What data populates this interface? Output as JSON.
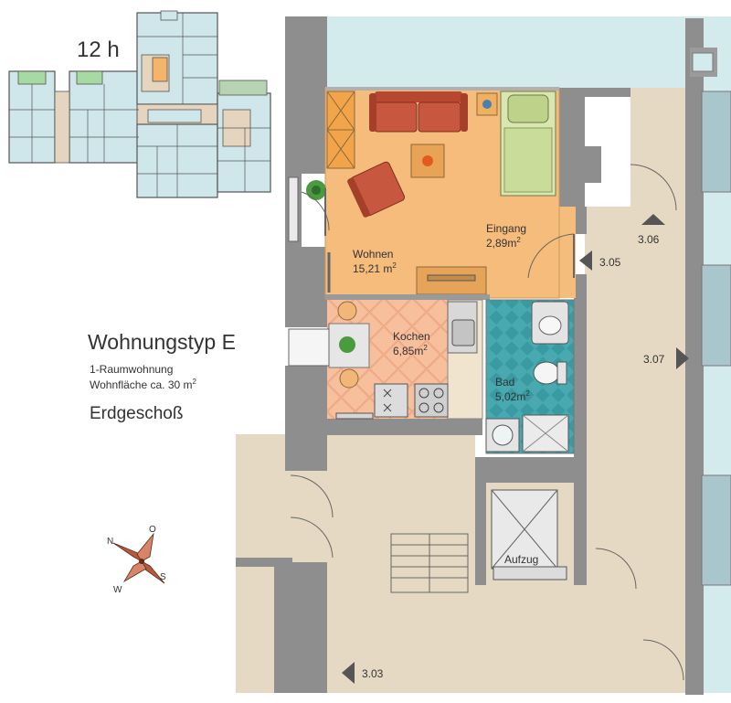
{
  "key_plan": {
    "label": "12 h"
  },
  "info": {
    "title": "Wohnungstyp E",
    "line1": "1-Raumwohnung",
    "line2": "Wohnfläche ca. 30 m",
    "line2_sup": "2",
    "floor": "Erdgeschoß"
  },
  "rooms": {
    "wohnen": {
      "name": "Wohnen",
      "area": "15,21 m",
      "sup": "2"
    },
    "eingang": {
      "name": "Eingang",
      "area": "2,89m",
      "sup": "2"
    },
    "kochen": {
      "name": "Kochen",
      "area": "6,85m",
      "sup": "2"
    },
    "bad": {
      "name": "Bad",
      "area": "5,02m",
      "sup": "2"
    },
    "aufzug": {
      "name": "Aufzug"
    }
  },
  "units": {
    "u305": "3.05",
    "u306": "3.06",
    "u307": "3.07",
    "u303": "3.03"
  },
  "compass": {
    "n": "N",
    "o": "O",
    "s": "S",
    "w": "W"
  },
  "colors": {
    "wall": "#8e8e8e",
    "wohnen_floor": "#f5bc7c",
    "kochen_floor": "#f6b795",
    "bad_floor": "#44a6ad",
    "corridor": "#e6d9c4",
    "outside": "#d4ebee",
    "sofa": "#c0533f"
  }
}
